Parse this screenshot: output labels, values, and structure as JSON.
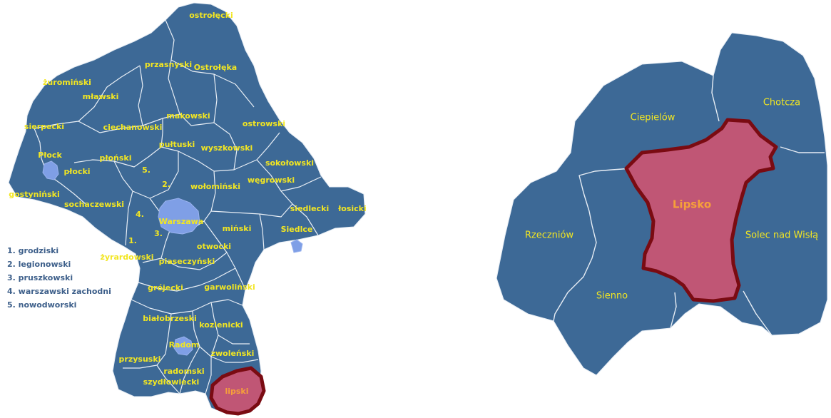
{
  "left_map": {
    "labels": {
      "ostrolecki": "ostrołęcki",
      "przasnyski": "przasnyski",
      "ostroleka": "Ostrołęka",
      "zurominski": "żuromiński",
      "mlawski": "mławski",
      "sierpecki": "sierpecki",
      "ciechanowski": "ciechanowski",
      "makowski": "makowski",
      "ostrowski": "ostrowski",
      "plock": "Płock",
      "plonski": "płoński",
      "pultuski": "pułtuski",
      "wyszkowski": "wyszkowski",
      "sokolowski": "sokołowski",
      "plocki": "płocki",
      "five": "5.",
      "gostyninski": "gostyniński",
      "two": "2.",
      "wolominski": "wołomiński",
      "wegrowski": "węgrowski",
      "sochaczewski": "sochaczewski",
      "siedlecki": "siedlecki",
      "losicki": "łosicki",
      "four": "4.",
      "warszawa": "Warszawa",
      "siedlce": "Siedlce",
      "one": "1.",
      "three": "3.",
      "minski": "miński",
      "otwocki": "otwocki",
      "zyrardowski": "żyrardowski",
      "piaseczynski": "piaseczyński",
      "grojecki": "grójecki",
      "garwolinski": "garwoliński",
      "bialobrzeski": "białobrzeski",
      "kozienicki": "kozienicki",
      "radom": "Radom",
      "przysuski": "przysuski",
      "zwolenski": "zwoleński",
      "radomski": "radomski",
      "szydlowiecki": "szydłowiecki",
      "lipski": "lipski"
    },
    "legend": [
      "1. grodziski",
      "2. legionowski",
      "3. pruszkowski",
      "4. warszawski zachodni",
      "5. nowodworski"
    ]
  },
  "right_map": {
    "labels": {
      "ciepielow": "Ciepielów",
      "chotcza": "Chotcza",
      "lipsko": "Lipsko",
      "rzeczniow": "Rzeczniów",
      "solec": "Solec nad Wisłą",
      "sienno": "Sienno"
    }
  },
  "colors": {
    "region_fill": "#3d6996",
    "border": "#e8eef5",
    "city_fill": "#7f9fe6",
    "highlight_fill": "#c05675",
    "highlight_outline": "#7a0b12",
    "label_yellow": "#f2e622",
    "label_orange": "#f6a03a",
    "legend_text": "#3d5f8a"
  }
}
